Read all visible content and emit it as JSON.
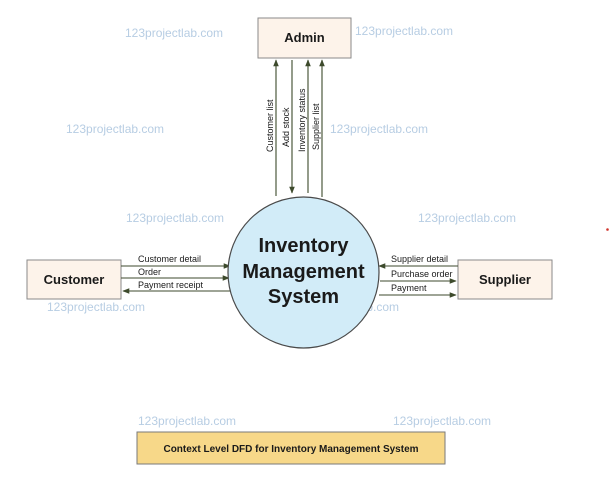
{
  "diagram": {
    "entities": {
      "admin": "Admin",
      "customer": "Customer",
      "supplier": "Supplier"
    },
    "process": {
      "lines": [
        "Inventory",
        "Management",
        "System"
      ],
      "fill": "#d2ecf8"
    },
    "flows": {
      "admin": [
        "Customer list",
        "Add stock",
        "Inventory status",
        "Supplier list"
      ],
      "customer": [
        "Customer detail",
        "Order",
        "Payment receipt"
      ],
      "supplier": [
        "Supplier detail",
        "Purchase order",
        "Payment"
      ]
    },
    "caption": "Context Level DFD for Inventory Management System",
    "watermark": "123projectlab.com"
  }
}
